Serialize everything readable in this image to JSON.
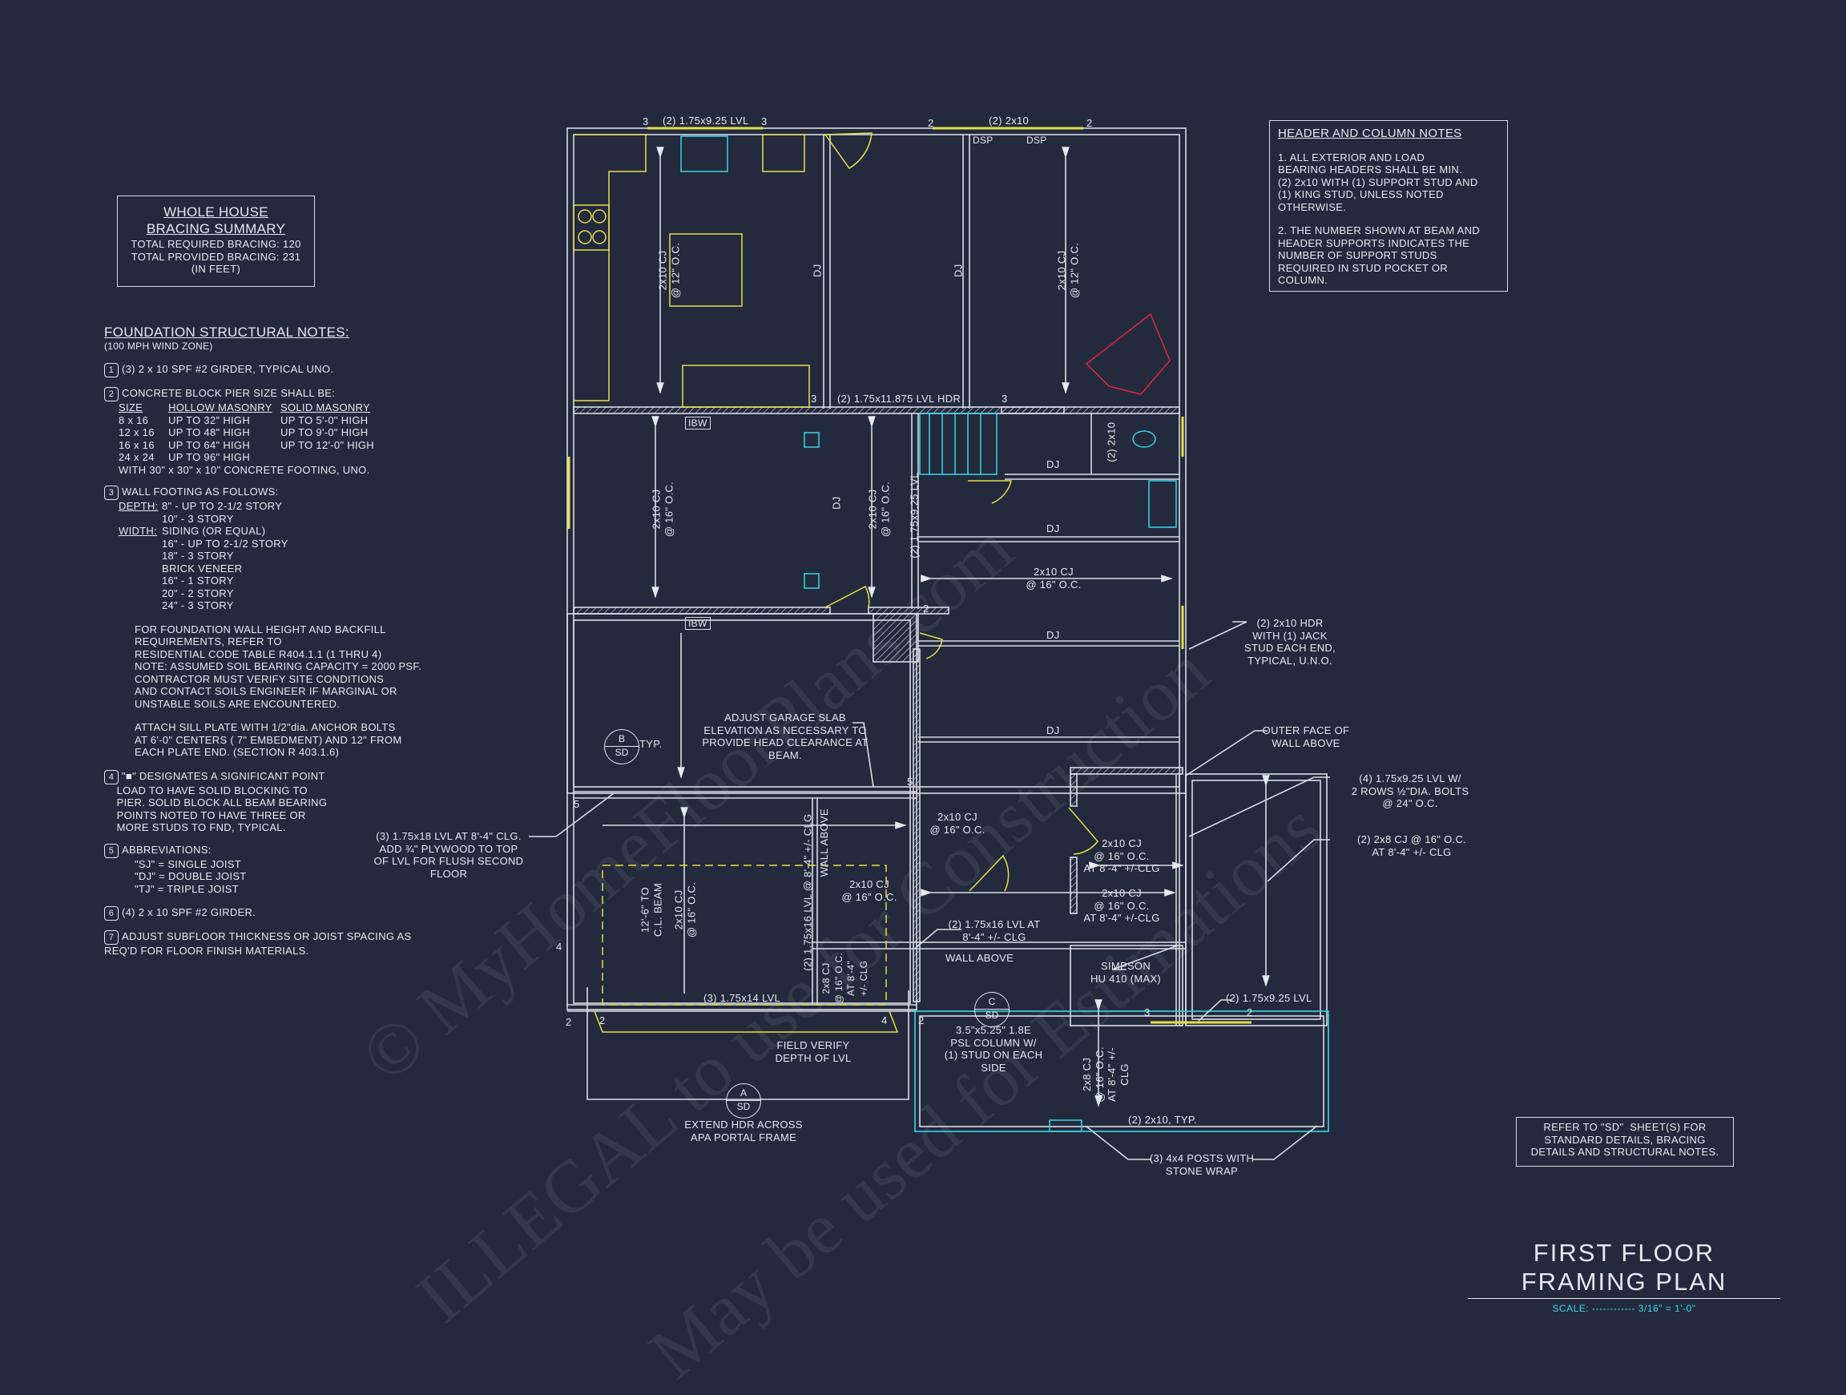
{
  "sheet": {
    "title": "FIRST FLOOR FRAMING PLAN",
    "scale": "SCALE: ------------ 3/16\" = 1'-0\""
  },
  "bracing_summary": {
    "title_line1": "WHOLE HOUSE",
    "title_line2": "BRACING SUMMARY",
    "required": "TOTAL REQUIRED BRACING: 120",
    "provided": "TOTAL PROVIDED BRACING: 231",
    "units": "(IN FEET)"
  },
  "foundation_notes": {
    "title": "FOUNDATION STRUCTURAL NOTES:",
    "subtitle": "(100 MPH WIND ZONE)",
    "note1": {
      "num": "1",
      "text": "(3) 2 x 10 SPF #2 GIRDER, TYPICAL UNO."
    },
    "note2": {
      "num": "2",
      "text": "CONCRETE BLOCK PIER SIZE SHALL BE:",
      "headers": [
        "SIZE",
        "HOLLOW MASONRY",
        "SOLID MASONRY"
      ],
      "rows": [
        [
          "8 x 16",
          "UP TO 32\" HIGH",
          "UP TO 5'-0\" HIGH"
        ],
        [
          "12 x 16",
          "UP TO 48\" HIGH",
          "UP TO 9'-0\" HIGH"
        ],
        [
          "16 x 16",
          "UP TO 64\" HIGH",
          "UP TO 12'-0\" HIGH"
        ],
        [
          "24 x 24",
          "UP TO 96\" HIGH",
          ""
        ]
      ],
      "footer": "WITH 30\" x 30\" x 10\" CONCRETE FOOTING, UNO."
    },
    "note3": {
      "num": "3",
      "text": "WALL FOOTING AS FOLLOWS:",
      "depth_label": "DEPTH:",
      "depth_lines": [
        "8\" - UP TO 2-1/2 STORY",
        "10\" - 3 STORY"
      ],
      "width_label": "WIDTH:",
      "width_lines": [
        "SIDING (OR EQUAL)",
        "16\" - UP TO 2-1/2 STORY",
        "18\" - 3 STORY",
        "BRICK VENEER",
        "16\" - 1 STORY",
        "20\" - 2 STORY",
        "24\" - 3 STORY"
      ],
      "para1": "FOR FOUNDATION WALL HEIGHT AND BACKFILL\nREQUIREMENTS, REFER TO\nRESIDENTIAL CODE TABLE R404.1.1 (1 THRU 4)\nNOTE: ASSUMED SOIL BEARING CAPACITY = 2000 PSF.\nCONTRACTOR MUST VERIFY SITE CONDITIONS\nAND CONTACT SOILS ENGINEER IF MARGINAL OR\nUNSTABLE SOILS ARE ENCOUNTERED.",
      "para2": "ATTACH SILL PLATE WITH 1/2\"dia. ANCHOR BOLTS\nAT 6'-0\" CENTERS ( 7\" EMBEDMENT) AND 12\" FROM\nEACH PLATE END. (SECTION R 403.1.6)"
    },
    "note4": {
      "num": "4",
      "text": "\"■\" DESIGNATES A SIGNIFICANT POINT\n    LOAD TO HAVE SOLID BLOCKING TO\n    PIER. SOLID BLOCK ALL BEAM BEARING\n    POINTS NOTED TO HAVE THREE OR\n    MORE STUDS TO FND, TYPICAL."
    },
    "note5": {
      "num": "5",
      "text": "ABBREVIATIONS:",
      "items": [
        "\"SJ\" = SINGLE JOIST",
        "\"DJ\" = DOUBLE JOIST",
        "\"TJ\" = TRIPLE JOIST"
      ]
    },
    "note6": {
      "num": "6",
      "text": "(4) 2 x 10 SPF #2 GIRDER."
    },
    "note7": {
      "num": "7",
      "text": "ADJUST SUBFLOOR THICKNESS OR JOIST SPACING AS\nREQ'D FOR FLOOR FINISH MATERIALS."
    }
  },
  "header_notes": {
    "title": "HEADER AND COLUMN NOTES",
    "note1": "1. ALL EXTERIOR AND LOAD\nBEARING HEADERS SHALL BE MIN.\n(2) 2x10 WITH (1) SUPPORT STUD AND\n(1) KING STUD, UNLESS NOTED\nOTHERWISE.",
    "note2": "2. THE NUMBER SHOWN AT BEAM AND\nHEADER SUPPORTS INDICATES THE\nNUMBER OF SUPPORT STUDS\nREQUIRED IN STUD POCKET OR\nCOLUMN."
  },
  "refer_note": "REFER TO \"SD\"  SHEET(S) FOR\nSTANDARD DETAILS, BRACING\nDETAILS AND STRUCTURAL NOTES.",
  "plan_labels": {
    "top_lvl": "(2) 1.75x9.25 LVL",
    "top_2x10": "(2) 2x10",
    "dsp": "DSP",
    "hdr_11875": "(2) 1.75x11.875 LVL HDR",
    "cj_12": "2x10 CJ\n@ 12\" O.C.",
    "cj_16": "2x10 CJ\n@ 16\" O.C.",
    "dj": "DJ",
    "ibw": "IBW",
    "lvl_925_v": "(2) 1.75x9.25 LVL",
    "side_2x10": "(2) 2x10",
    "hdr_2x10_callout": "(2) 2x10 HDR\nWITH (1) JACK\nSTUD EACH END,\nTYPICAL, U.N.O.",
    "outer_face": "OUTER FACE OF\nWALL ABOVE",
    "lvl4_callout": "(4) 1.75x9.25 LVL W/\n2 ROWS ½\"DIA. BOLTS\n@ 24\" O.C.",
    "cj_2x8_callout": "(2) 2x8 CJ @ 16\" O.C.\nAT 8'-4\" +/- CLG",
    "garage_slab": "ADJUST GARAGE SLAB\nELEVATION AS NECESSARY TO\nPROVIDE HEAD CLEARANCE AT\nBEAM.",
    "lvl18_callout": "(3) 1.75x18 LVL AT 8'-4\" CLG.\nADD ¾\" PLYWOOD TO TOP\nOF LVL FOR FLUSH SECOND\nFLOOR",
    "typ": "TYP.",
    "beam_dim": "12'-6\" TO\nC.L. BEAM",
    "wall_above": "WALL ABOVE",
    "lvl16_v": "(2) 1.75x16 LVL @ 8'-4\" +/- CLG",
    "cj_clg": "2x10 CJ\n@ 16\" O.C.\nAT 8'-4\" +/-CLG",
    "lvl16_callout": "(2) 1.75x16 LVL AT\n8'-4\" +/- CLG",
    "simpson": "SIMPSON\nHU 410 (MAX)",
    "lvl14": "(3) 1.75x14 LVL",
    "cj_2x8_v": "2x8 CJ\n@ 16\" O.C.\nAT 8'-4\"\n+/- CLG",
    "field_verify": "FIELD VERIFY\nDEPTH OF LVL",
    "psl": "3.5\"x5.25\" 1.8E\nPSL COLUMN W/\n(1) STUD ON EACH\nSIDE",
    "lvl925_bottom": "(2) 1.75x9.25 LVL",
    "porch_2x10": "(2) 2x10, TYP.",
    "posts": "(3) 4x4 POSTS WITH\nSTONE WRAP",
    "extend_hdr": "EXTEND HDR ACROSS\nAPA PORTAL FRAME",
    "cj_2x8_porch": "2x8 CJ\n@ 16\" O.C.\nAT 8'-4\" +/-\nCLG",
    "detail_a": {
      "top": "A",
      "bottom": "SD"
    },
    "detail_b": {
      "top": "B",
      "bottom": "SD"
    },
    "detail_c": {
      "top": "C",
      "bottom": "SD"
    },
    "studs": [
      "3",
      "3",
      "2",
      "2",
      "3",
      "3",
      "2",
      "5",
      "5",
      "4",
      "2",
      "2",
      "4",
      "2",
      "3",
      "2"
    ]
  },
  "watermark": {
    "line1": "© MyHomeFloorPlans.com",
    "line2": "ILLEGAL to use for Construction",
    "line3": "May be used for Estimations"
  },
  "colors": {
    "background": "#232a3d",
    "linework": "#d9dce4",
    "yellow": "#e6e04a",
    "cyan": "#38d6e6",
    "red": "#d8283c"
  }
}
